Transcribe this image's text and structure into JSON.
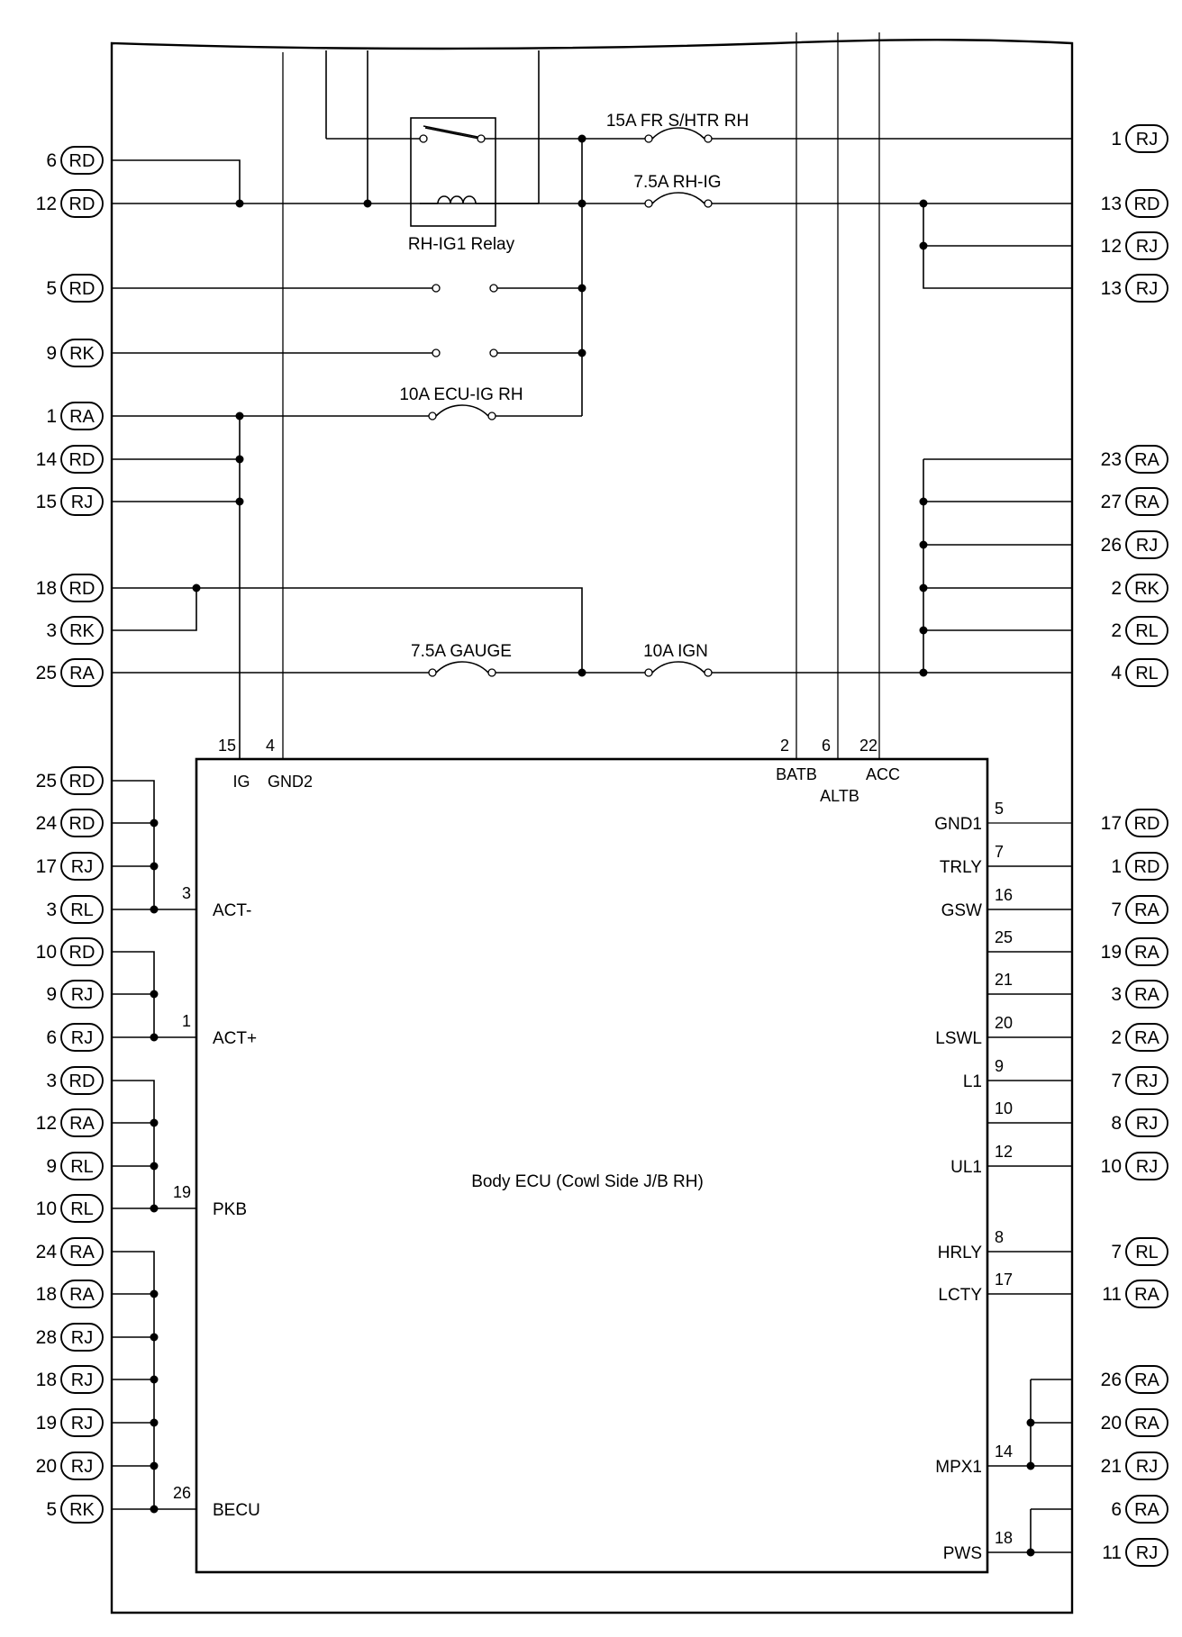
{
  "components": {
    "relay": "RH-IG1 Relay",
    "fuses": [
      "15A FR S/HTR RH",
      "7.5A RH-IG",
      "10A ECU-IG RH",
      "7.5A GAUGE",
      "10A IGN"
    ],
    "ecu": "Body ECU (Cowl Side J/B RH)"
  },
  "ecu_top": [
    {
      "num": "15",
      "name": "IG"
    },
    {
      "num": "4",
      "name": "GND2"
    },
    {
      "num": "2",
      "name": "BATB"
    },
    {
      "num": "6",
      "name": "ALTB"
    },
    {
      "num": "22",
      "name": "ACC"
    }
  ],
  "ecu_left": [
    {
      "num": "3",
      "name": "ACT-"
    },
    {
      "num": "1",
      "name": "ACT+"
    },
    {
      "num": "19",
      "name": "PKB"
    },
    {
      "num": "26",
      "name": "BECU"
    }
  ],
  "ecu_right": [
    {
      "num": "5",
      "name": "GND1"
    },
    {
      "num": "7",
      "name": "TRLY"
    },
    {
      "num": "16",
      "name": "GSW"
    },
    {
      "num": "25",
      "name": ""
    },
    {
      "num": "21",
      "name": ""
    },
    {
      "num": "20",
      "name": "LSWL"
    },
    {
      "num": "9",
      "name": "L1"
    },
    {
      "num": "10",
      "name": ""
    },
    {
      "num": "12",
      "name": "UL1"
    },
    {
      "num": "8",
      "name": "HRLY"
    },
    {
      "num": "17",
      "name": "LCTY"
    },
    {
      "num": "14",
      "name": "MPX1"
    },
    {
      "num": "18",
      "name": "PWS"
    }
  ],
  "left_upper": [
    {
      "num": "6",
      "code": "RD"
    },
    {
      "num": "12",
      "code": "RD"
    },
    {
      "num": "5",
      "code": "RD"
    },
    {
      "num": "9",
      "code": "RK"
    },
    {
      "num": "1",
      "code": "RA"
    },
    {
      "num": "14",
      "code": "RD"
    },
    {
      "num": "15",
      "code": "RJ"
    },
    {
      "num": "18",
      "code": "RD"
    },
    {
      "num": "3",
      "code": "RK"
    },
    {
      "num": "25",
      "code": "RA"
    }
  ],
  "right_upper": [
    {
      "num": "1",
      "code": "RJ"
    },
    {
      "num": "13",
      "code": "RD"
    },
    {
      "num": "12",
      "code": "RJ"
    },
    {
      "num": "13",
      "code": "RJ"
    },
    {
      "num": "23",
      "code": "RA"
    },
    {
      "num": "27",
      "code": "RA"
    },
    {
      "num": "26",
      "code": "RJ"
    },
    {
      "num": "2",
      "code": "RK"
    },
    {
      "num": "2",
      "code": "RL"
    },
    {
      "num": "4",
      "code": "RL"
    }
  ],
  "left_lower": [
    {
      "num": "25",
      "code": "RD"
    },
    {
      "num": "24",
      "code": "RD"
    },
    {
      "num": "17",
      "code": "RJ"
    },
    {
      "num": "3",
      "code": "RL"
    },
    {
      "num": "10",
      "code": "RD"
    },
    {
      "num": "9",
      "code": "RJ"
    },
    {
      "num": "6",
      "code": "RJ"
    },
    {
      "num": "3",
      "code": "RD"
    },
    {
      "num": "12",
      "code": "RA"
    },
    {
      "num": "9",
      "code": "RL"
    },
    {
      "num": "10",
      "code": "RL"
    },
    {
      "num": "24",
      "code": "RA"
    },
    {
      "num": "18",
      "code": "RA"
    },
    {
      "num": "28",
      "code": "RJ"
    },
    {
      "num": "18",
      "code": "RJ"
    },
    {
      "num": "19",
      "code": "RJ"
    },
    {
      "num": "20",
      "code": "RJ"
    },
    {
      "num": "5",
      "code": "RK"
    }
  ],
  "right_lower": [
    {
      "num": "17",
      "code": "RD"
    },
    {
      "num": "1",
      "code": "RD"
    },
    {
      "num": "7",
      "code": "RA"
    },
    {
      "num": "19",
      "code": "RA"
    },
    {
      "num": "3",
      "code": "RA"
    },
    {
      "num": "2",
      "code": "RA"
    },
    {
      "num": "7",
      "code": "RJ"
    },
    {
      "num": "8",
      "code": "RJ"
    },
    {
      "num": "10",
      "code": "RJ"
    },
    {
      "num": "7",
      "code": "RL"
    },
    {
      "num": "11",
      "code": "RA"
    },
    {
      "num": "26",
      "code": "RA"
    },
    {
      "num": "20",
      "code": "RA"
    },
    {
      "num": "21",
      "code": "RJ"
    },
    {
      "num": "6",
      "code": "RA"
    },
    {
      "num": "11",
      "code": "RJ"
    }
  ]
}
